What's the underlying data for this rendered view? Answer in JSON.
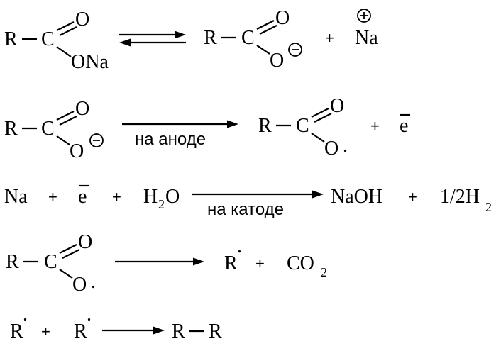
{
  "symbols": {
    "R": "R",
    "C": "C",
    "O": "O",
    "ONa": "ONa",
    "Na": "Na",
    "plus": "+",
    "electron": "e",
    "H": "H",
    "two": "2",
    "NaOH": "NaOH",
    "half_H": "1/2H",
    "CO": "CO",
    "minus": "−",
    "radical_dot": "."
  },
  "arrow_labels": {
    "anode": "на аноде",
    "cathode": "на катоде"
  },
  "reactions": [
    {
      "id": "dissociation",
      "arrow": "equilibrium"
    },
    {
      "id": "anode-oxidation",
      "arrow": "forward-labeled"
    },
    {
      "id": "cathode-reduction",
      "arrow": "forward-labeled"
    },
    {
      "id": "decarboxylation",
      "arrow": "forward"
    },
    {
      "id": "radical-coupling",
      "arrow": "forward"
    }
  ]
}
